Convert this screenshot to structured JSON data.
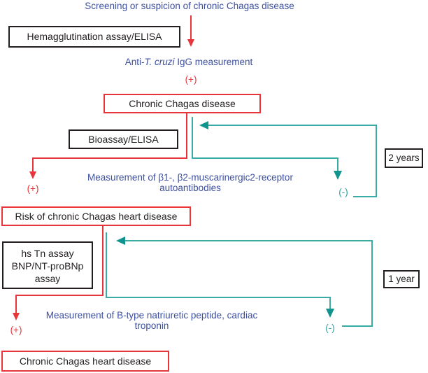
{
  "colors": {
    "red": "#e8353c",
    "teal_line": "#3aaca7",
    "teal_arrow": "#12948e",
    "blue_text": "#3d4fa1",
    "black_text": "#231f20"
  },
  "flowchart": {
    "screening_label": "Screening or suspicion of chronic Chagas disease",
    "boxes": {
      "hemagglutination": "Hemagglutination assay/ELISA",
      "chronic_chagas": "Chronic Chagas disease",
      "bioassay": "Bioassay/ELISA",
      "risk": "Risk of chronic Chagas heart disease",
      "hstn_line1": "hs Tn assay",
      "hstn_line2": "BNP/NT-proBNp",
      "hstn_line3": "assay",
      "chronic_heart": "Chronic Chagas heart disease",
      "interval_2years": "2 years",
      "interval_1year": "1 year"
    },
    "labels": {
      "anti_prefix": "Anti-",
      "anti_italic": "T. cruzi",
      "anti_suffix": " IgG measurement",
      "measurement1_line1": "Measurement of β1-, β2-muscarinergic2-receptor",
      "measurement1_line2": "autoantibodies",
      "measurement2_line1": "Measurement of B-type natriuretic peptide, cardiac",
      "measurement2_line2": "troponin",
      "positive": "(+)",
      "negative": "(-)"
    }
  }
}
